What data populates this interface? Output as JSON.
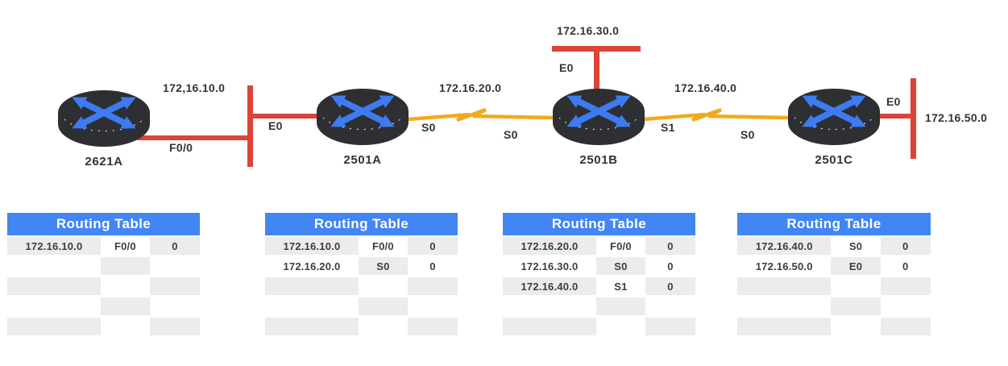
{
  "topology": {
    "routers": [
      {
        "name": "2621A"
      },
      {
        "name": "2501A"
      },
      {
        "name": "2501B"
      },
      {
        "name": "2501C"
      }
    ],
    "networks": [
      {
        "address": "172,16.10.0",
        "type": "ethernet",
        "interface_left": "F0/0",
        "interface_right": "E0"
      },
      {
        "address": "172.16.20.0",
        "type": "serial",
        "interface_left": "S0",
        "interface_right": "S0"
      },
      {
        "address": "172.16.30.0",
        "type": "ethernet",
        "interface": "E0"
      },
      {
        "address": "172.16.40.0",
        "type": "serial",
        "interface_left": "S1",
        "interface_right": "S0"
      },
      {
        "address": "172.16.50.0",
        "type": "ethernet",
        "interface": "E0"
      }
    ]
  },
  "routing_tables": [
    {
      "title": "Routing Table",
      "visible_rows": 5,
      "entries": [
        [
          "172.16.10.0",
          "F0/0",
          "0"
        ]
      ]
    },
    {
      "title": "Routing Table",
      "visible_rows": 5,
      "entries": [
        [
          "172.16.10.0",
          "F0/0",
          "0"
        ],
        [
          "172.16.20.0",
          "S0",
          "0"
        ]
      ]
    },
    {
      "title": "Routing Table",
      "visible_rows": 5,
      "entries": [
        [
          "172.16.20.0",
          "F0/0",
          "0"
        ],
        [
          "172.16.30.0",
          "S0",
          "0"
        ],
        [
          "172.16.40.0",
          "S1",
          "0"
        ]
      ]
    },
    {
      "title": "Routing Table",
      "visible_rows": 5,
      "entries": [
        [
          "172.16.40.0",
          "S0",
          "0"
        ],
        [
          "172.16.50.0",
          "E0",
          "0"
        ]
      ]
    }
  ],
  "colors": {
    "segment_red": "#db4437",
    "serial_yellow": "#f2aa1d",
    "table_header_blue": "#4285f4",
    "router_body": "#2d2f33",
    "router_arrow_blue": "#3e7bf0",
    "table_row_gray": "#ececec",
    "text_dark": "#3d3d3d"
  }
}
